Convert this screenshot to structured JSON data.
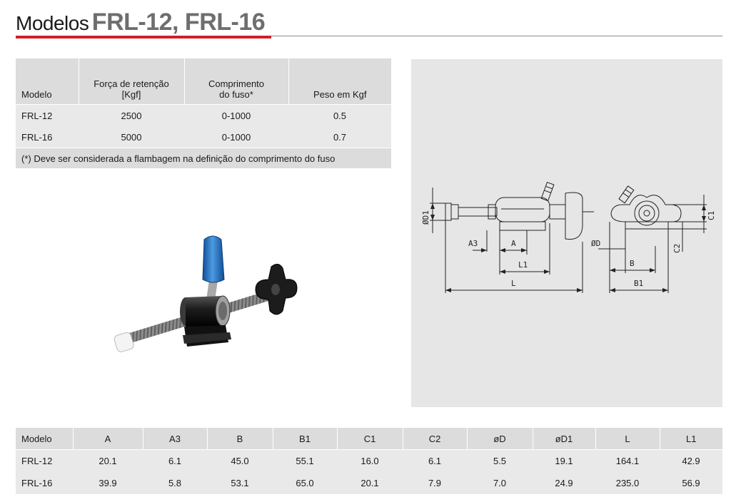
{
  "header": {
    "title_lead": "Modelos",
    "title_models": "FRL-12, FRL-16"
  },
  "spec_table": {
    "headers": [
      "Modelo",
      "Força de retenção",
      "[Kgf]",
      "Comprimento",
      "do fuso*",
      "Peso em Kgf"
    ],
    "rows": [
      [
        "FRL-12",
        "2500",
        "0-1000",
        "0.5"
      ],
      [
        "FRL-16",
        "5000",
        "0-1000",
        "0.7"
      ]
    ],
    "note": "(*) Deve ser considerada a flambagem na definição do comprimento do fuso"
  },
  "drawing": {
    "labels": {
      "d1": "ØD1",
      "a3": "A3",
      "a": "A",
      "l1": "L1",
      "l": "L",
      "d": "ØD",
      "b": "B",
      "b1": "B1",
      "c1": "C1",
      "c2": "C2"
    }
  },
  "dim_table": {
    "headers": [
      "Modelo",
      "A",
      "A3",
      "B",
      "B1",
      "C1",
      "C2",
      "øD",
      "øD1",
      "L",
      "L1"
    ],
    "rows": [
      [
        "FRL-12",
        "20.1",
        "6.1",
        "45.0",
        "55.1",
        "16.0",
        "6.1",
        "5.5",
        "19.1",
        "164.1",
        "42.9"
      ],
      [
        "FRL-16",
        "39.9",
        "5.8",
        "53.1",
        "65.0",
        "20.1",
        "7.9",
        "7.0",
        "24.9",
        "235.0",
        "56.9"
      ]
    ]
  },
  "colors": {
    "accent_red": "#d11f26",
    "title_grey": "#6e6e6e",
    "handle_blue": "#1f6fc4"
  }
}
